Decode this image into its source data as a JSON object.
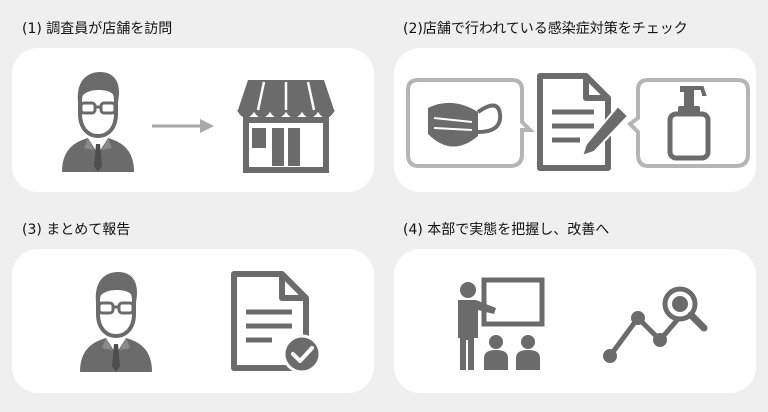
{
  "steps": [
    {
      "title": "(1) 調査員が店舗を訪問"
    },
    {
      "title": "(2)店舗で行われている感染症対策をチェック"
    },
    {
      "title": "(3) まとめて報告"
    },
    {
      "title": "(4) 本部で実態を把握し、改善へ"
    }
  ],
  "icons": {
    "step1": [
      "investigator-icon",
      "arrow-right-icon",
      "storefront-icon"
    ],
    "step2": [
      "face-mask-icon",
      "checklist-pencil-icon",
      "sanitizer-bottle-icon"
    ],
    "step3": [
      "investigator-icon",
      "report-check-icon"
    ],
    "step4": [
      "presentation-meeting-icon",
      "trend-analysis-icon"
    ]
  },
  "colors": {
    "background": "#efefef",
    "panel": "#ffffff",
    "icon": "#6b6b6b",
    "arrow": "#a8a8a8",
    "bubble_border": "#b5b5b5"
  }
}
